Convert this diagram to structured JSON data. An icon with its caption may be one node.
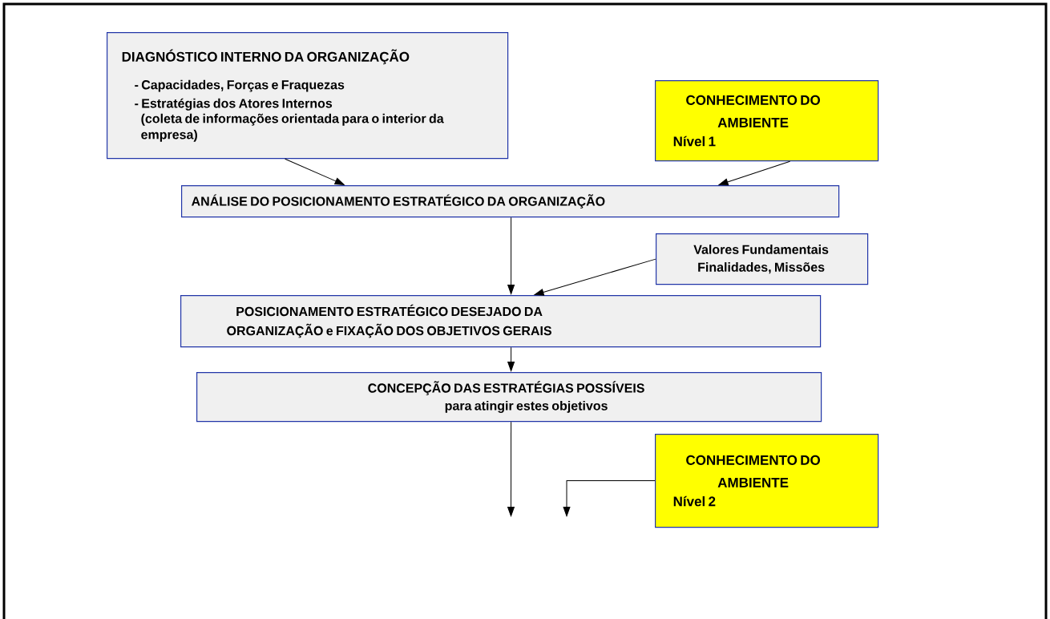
{
  "diagram": {
    "nodes": [
      {
        "text": [
          "DIAGNÓSTICO INTERNO DA ORGANIZAÇÃO",
          "- Capacidades, Forças e Fraquezas",
          "-  Estratégias dos Atores Internos",
          "(coleta de informações orientada para o interior da empresa)"
        ]
      },
      {
        "text": [
          "CONHECIMENTO DO AMBIENTE",
          "Nível 1"
        ]
      },
      {
        "text": [
          "ANÁLISE DO POSICIONAMENTO ESTRATÉGICO DA ORGANIZAÇÃO"
        ]
      },
      {
        "text": [
          "Valores Fundamentais Finalidades, Missões"
        ]
      },
      {
        "text": [
          "POSICIONAMENTO ESTRATÉGICO DESEJADO DA ORGANIZAÇÃO e  FIXAÇÃO DOS OBJETIVOS GERAIS"
        ]
      },
      {
        "text": [
          "CONCEPÇÃO DAS ESTRATÉGIAS POSSÍVEIS",
          "para atingir estes objetivos"
        ]
      },
      {
        "text": [
          "CONHECIMENTO DO AMBIENTE",
          "Nível 2"
        ]
      }
    ],
    "edges": [
      {
        "from": 0,
        "to": 2,
        "arrow": "to"
      },
      {
        "from": 1,
        "to": 2,
        "arrow": "to"
      },
      {
        "from": 2,
        "to": 4,
        "arrow": "to"
      },
      {
        "from": 3,
        "to": 4,
        "arrow": "to"
      },
      {
        "from": 4,
        "to": 5,
        "arrow": "to"
      },
      {
        "from": 5,
        "to": null,
        "arrow": "to"
      },
      {
        "from": 6,
        "to": null,
        "arrow": "to"
      }
    ]
  }
}
